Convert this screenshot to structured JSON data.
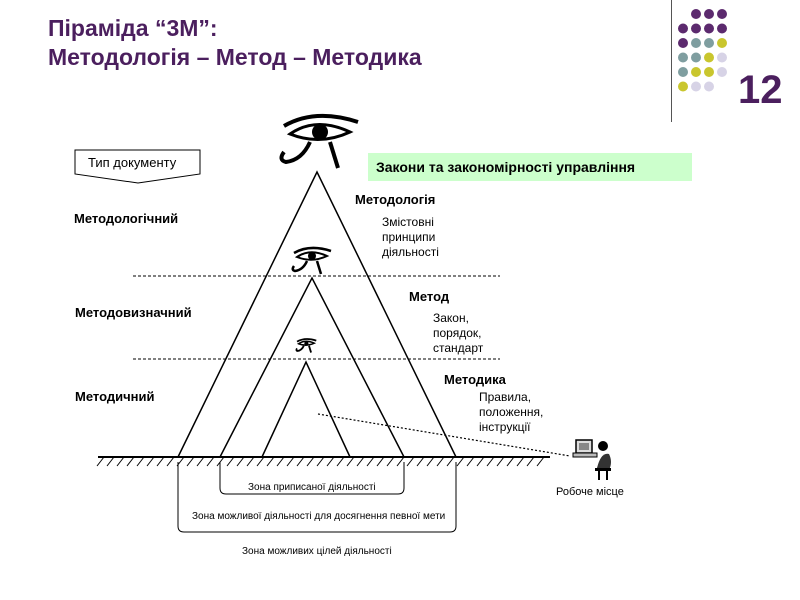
{
  "slide": {
    "title_line1": "Піраміда “3М”:",
    "title_line2": "Методологія – Метод – Методика",
    "number": "12"
  },
  "doc_type": {
    "header": "Тип документу",
    "levels": [
      "Методологічний",
      "Методовизначний",
      "Методичний"
    ]
  },
  "laws_box": "Закони та закономірності управління",
  "pyramid": [
    {
      "name": "Методологія",
      "lines": [
        "Змістовні",
        "принципи",
        "діяльності"
      ]
    },
    {
      "name": "Метод",
      "lines": [
        "Закон,",
        "порядок,",
        "стандарт"
      ]
    },
    {
      "name": "Методика",
      "lines": [
        "Правила,",
        "положення,",
        "інструкції"
      ]
    }
  ],
  "workplace": "Робоче місце",
  "zones": [
    "Зона приписаної діяльності",
    "Зона можливої діяльності для досягнення певної мети",
    "Зона можливих цілей діяльності"
  ],
  "colors": {
    "title": "#4b1f5e",
    "purple_dot": "#5c2a6e",
    "teal_dot": "#7f9ea0",
    "yellow_dot": "#c9c62e",
    "lilac_dot": "#d7d3e6",
    "laws_box": "#ccffcc"
  },
  "icons": [
    "eye-of-horus-icon",
    "computer-user-icon"
  ]
}
